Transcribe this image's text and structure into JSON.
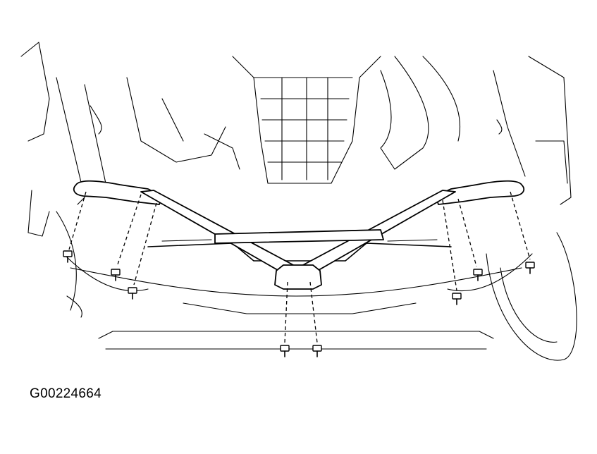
{
  "figure": {
    "id_label": "G00224664"
  },
  "bolts": [
    {
      "name": "left-outer"
    },
    {
      "name": "left-inner-upper"
    },
    {
      "name": "left-inner-lower"
    },
    {
      "name": "center-left"
    },
    {
      "name": "center-right"
    },
    {
      "name": "right-inner-lower"
    },
    {
      "name": "right-inner-upper"
    },
    {
      "name": "right-outer"
    }
  ]
}
